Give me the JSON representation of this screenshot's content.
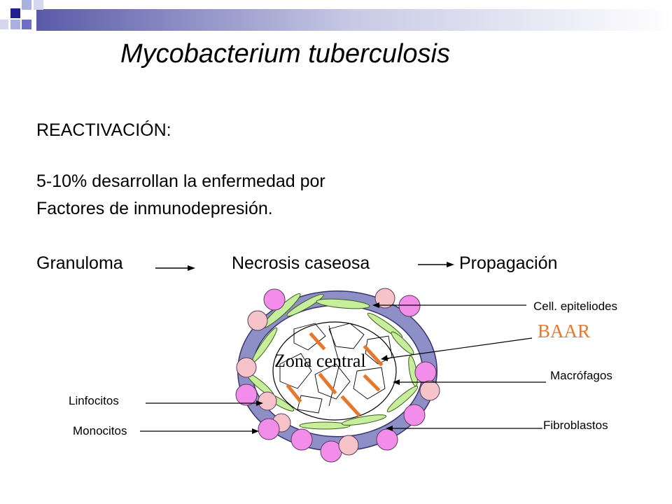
{
  "slide": {
    "title": "Mycobacterium tuberculosis",
    "heading": "REACTIVACIÓN:",
    "line1": "5-10% desarrollan la enfermedad por",
    "line2": "Factores de inmunodepresión.",
    "flow": [
      "Granuloma",
      "Necrosis caseosa",
      "Propagación"
    ]
  },
  "diagram": {
    "center_label": "Zona central",
    "labels": {
      "epitheliod": "Cell. epiteliodes",
      "baar": "BAAR",
      "macrophages": "Macrófagos",
      "fibroblasts": "Fibroblastos",
      "lymphocytes": "Linfocitos",
      "monocytes": "Monocitos"
    },
    "colors": {
      "macrophage_ring": "#8f8fc7",
      "epithelioid_cells": "#c7ee9a",
      "lymphocyte": "#f5c3c8",
      "monocyte": "#f28ee9",
      "baar": "#e8772e"
    }
  },
  "decor": {
    "header_squares": [
      "#1f1f8f",
      "#aab0e0",
      "#6e6ec8"
    ]
  }
}
